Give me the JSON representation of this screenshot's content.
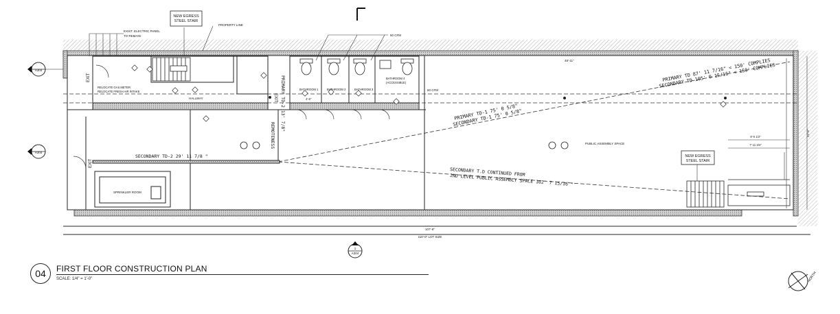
{
  "drawing": {
    "title_number": "04",
    "title": "FIRST FLOOR CONSTRUCTION PLAN",
    "scale": "SCALE: 1/4\" = 1'-0\"",
    "north_label": "NORTH"
  },
  "callouts": {
    "stair_top": "NEW EGRESS\nSTEEL STAIR",
    "stair_right": "NEW EGRESS\nSTEEL STAIR",
    "property_line": "PROPERTY LINE",
    "electric_panel": "EXIST. ELECTRIC PANEL\nTO REMAIN",
    "gas_meter": "RELOCATE GAS METER\nRELOCATE FRESH AIR INTAKE",
    "cfm": "50 CFM",
    "cfm_right": "50 CFM",
    "hallway": "HALLWAY",
    "bath1": "BATHROOM 1",
    "bath2": "BATHROOM 2",
    "bath3": "BATHROOM 3",
    "bath4": "BATHROOM 4\n(ACCESSIBLE)",
    "assembly": "PUBLIC ASSEMBLY SPACE",
    "sprinkler": "SPRINKLER ROOM",
    "exit1": "EXIT",
    "exit2": "EXIT",
    "exit3": "EXIT"
  },
  "travel": {
    "primary_td_top": "PRIMARY TD 87' 11 7/16\" < 150' COMPLIES",
    "secondary_td_top": "SECONDARY TD 105' 0 15/16\" < 150' COMPLIES",
    "primary_td_mid": "PRIMARY TD-1 75' 0 5/8\"",
    "secondary_td_mid": "SECONDARY TD-1 75' 0 5/8\"",
    "secondary_td_left": "SECONDARY TD-2 29' 11 7/8 \"",
    "primary_vertical": "PRIMARY TD-2 13' 7/8\"",
    "remoteness": "REMOTENESS",
    "secondary_continued_1": "SECONDARY T.D CONTINUED FROM",
    "secondary_continued_2": "2ND LEVEL PUBLIC ASSEMBLY SPACE   102' 7 15/16 \""
  },
  "dimensions": {
    "overall_inner": "107'-8\"",
    "overall_lot": "110'-0\" LOT SIZE",
    "top_run": "48'-11\"",
    "right_height": "22'-6\"",
    "right_small_1": "8'-0 1/2\"",
    "right_small_2": "7'-11 3/4\"",
    "bath_dim": "4'-6\""
  },
  "section_marks": {
    "left_top": "A303",
    "left_mid": "A303",
    "bottom": "A304",
    "num": "1"
  }
}
